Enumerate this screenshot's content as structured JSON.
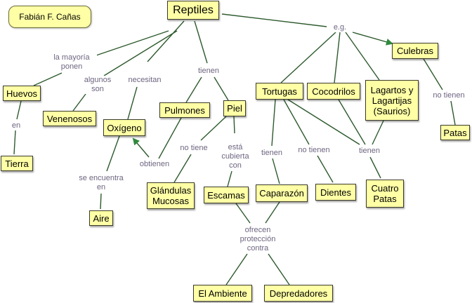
{
  "author": "Fabián F. Cañas",
  "concepts": {
    "reptiles": "Reptiles",
    "huevos": "Huevos",
    "tierra": "Tierra",
    "venenosos": "Venenosos",
    "oxigeno": "Oxígeno",
    "aire": "Aire",
    "pulmones": "Pulmones",
    "piel": "Piel",
    "glandulas": "Glándulas\nMucosas",
    "escamas": "Escamas",
    "tortugas": "Tortugas",
    "cocodrilos": "Cocodrilos",
    "lagartos": "Lagartos y\nLagartijas\n(Saurios)",
    "caparazon": "Caparazón",
    "dientes": "Dientes",
    "cuatro_patas": "Cuatro\nPatas",
    "culebras": "Culebras",
    "patas": "Patas",
    "ambiente": "El Ambiente",
    "depredadores": "Depredadores"
  },
  "links": {
    "mayoria_ponen": "la mayoría\nponen",
    "algunos_son": "algunos\nson",
    "necesitan": "necesitan",
    "tienen_reptiles": "tienen",
    "eg": "e.g.",
    "en": "en",
    "se_encuentra_en": "se encuentra\nen",
    "obtienen": "obtienen",
    "no_tiene": "no tiene",
    "esta_cubierta_con": "está\ncubierta\ncon",
    "tienen_tortugas": "tienen",
    "no_tienen_tortugas": "no tienen",
    "tienen_group": "tienen",
    "no_tienen_culebras": "no tienen",
    "ofrecen_proteccion": "ofrecen\nprotección\ncontra"
  },
  "colors": {
    "node_fill": "#ffffa6",
    "node_border": "#3a3a2a",
    "link_text": "#6e6580",
    "arrow": "#2f8a3c",
    "line": "#2d5a2d"
  }
}
